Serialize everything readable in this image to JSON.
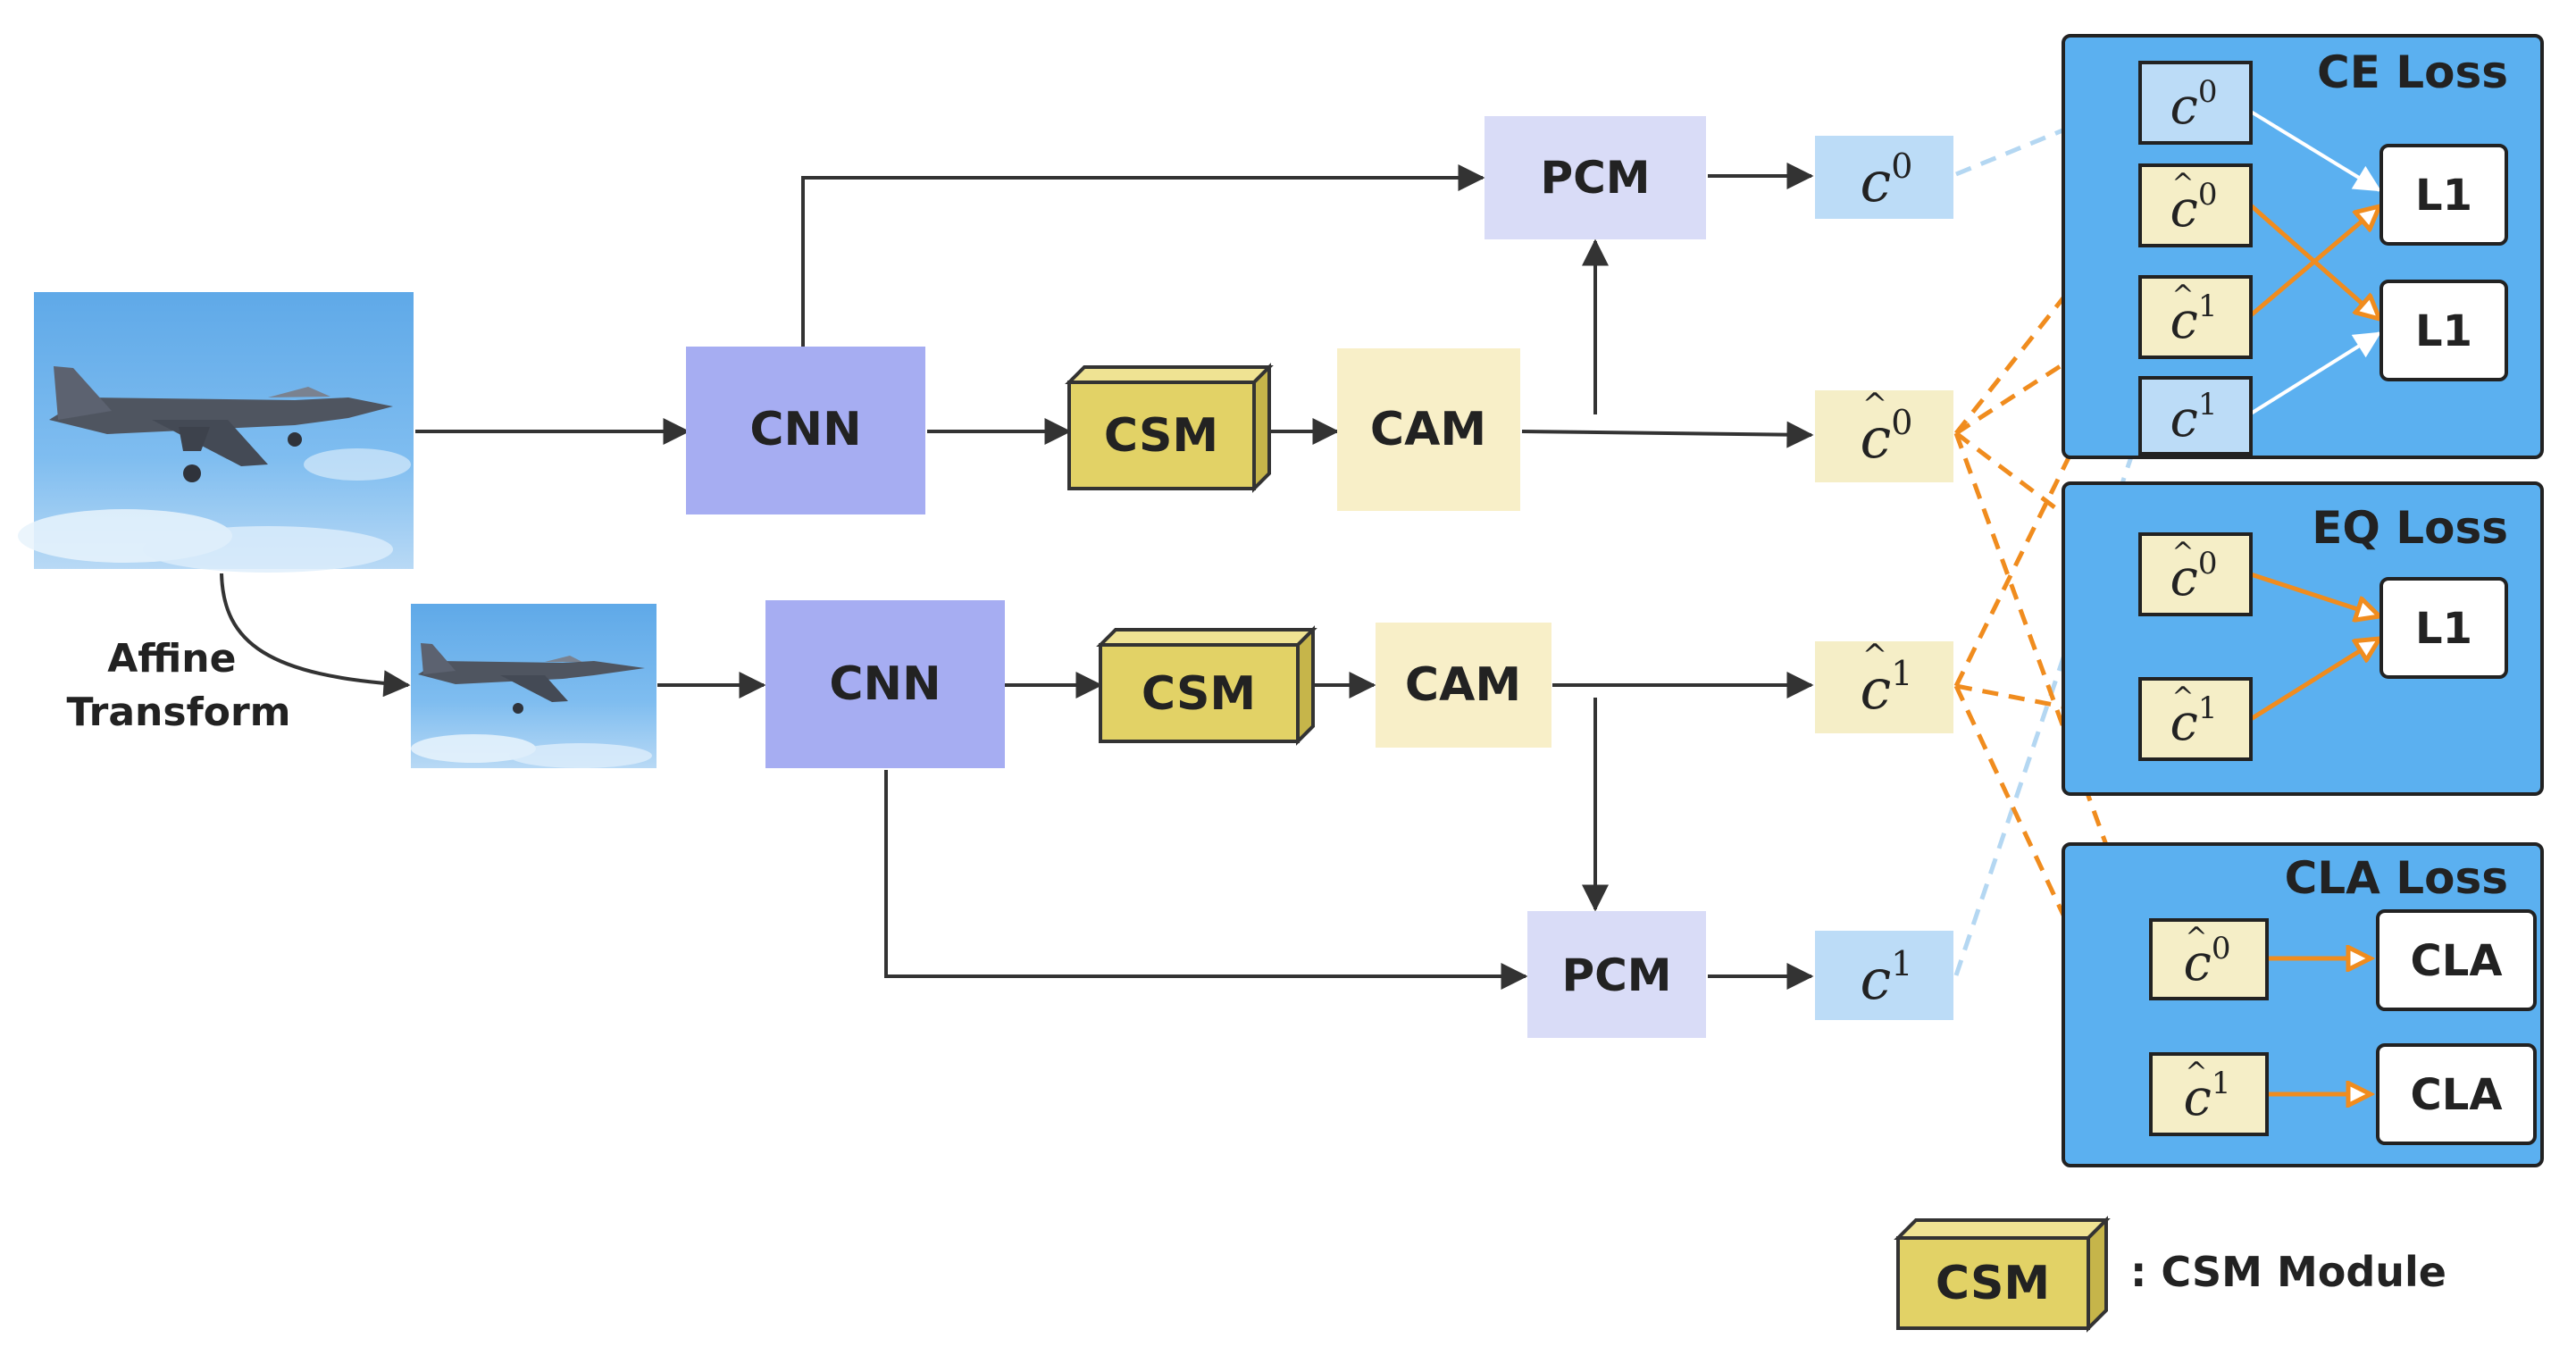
{
  "affine_label": [
    "Affine",
    "Transform"
  ],
  "top": {
    "cnn": "CNN",
    "csm": "CSM",
    "cam": "CAM",
    "pcm": "PCM"
  },
  "bottom": {
    "cnn": "CNN",
    "csm": "CSM",
    "cam": "CAM",
    "pcm": "PCM"
  },
  "outputs": {
    "c": "c",
    "sup0": "0",
    "sup1": "1"
  },
  "loss_panels": {
    "ce": {
      "title": "CE Loss",
      "op_top": "L1",
      "op_bottom": "L1"
    },
    "eq": {
      "title": "EQ Loss",
      "op": "L1"
    },
    "cla": {
      "title": "CLA Loss",
      "op_top": "CLA",
      "op_bottom": "CLA"
    }
  },
  "legend": {
    "box": "CSM",
    "text": ": CSM Module"
  },
  "colors": {
    "cnn": "#a6adf2",
    "pcm": "#d9dcf7",
    "cam": "#f8efc8",
    "csm": "#e2d266",
    "cam_output": "#f5eec7",
    "pcm_output": "#bcdcf7",
    "panel": "#5bb0f0",
    "orange": "#f08c1e",
    "light_blue": "#b4d7f2",
    "sky": "#6fb4ea"
  }
}
